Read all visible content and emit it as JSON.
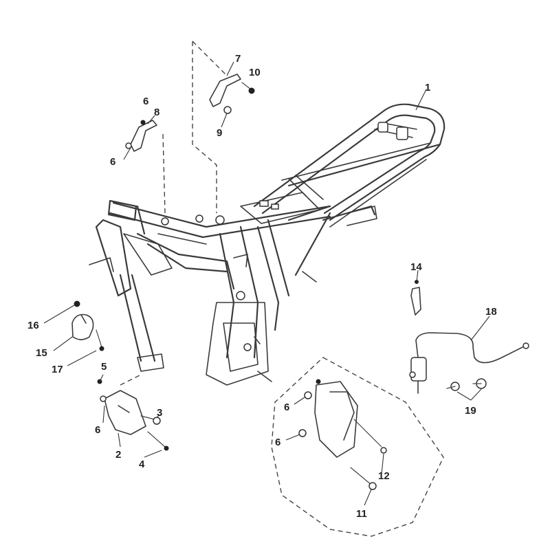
{
  "diagram": {
    "callouts": [
      "1",
      "2",
      "3",
      "4",
      "5",
      "6",
      "6",
      "6",
      "6",
      "6",
      "7",
      "8",
      "9",
      "10",
      "11",
      "12",
      "14",
      "15",
      "16",
      "17",
      "18",
      "19"
    ]
  }
}
